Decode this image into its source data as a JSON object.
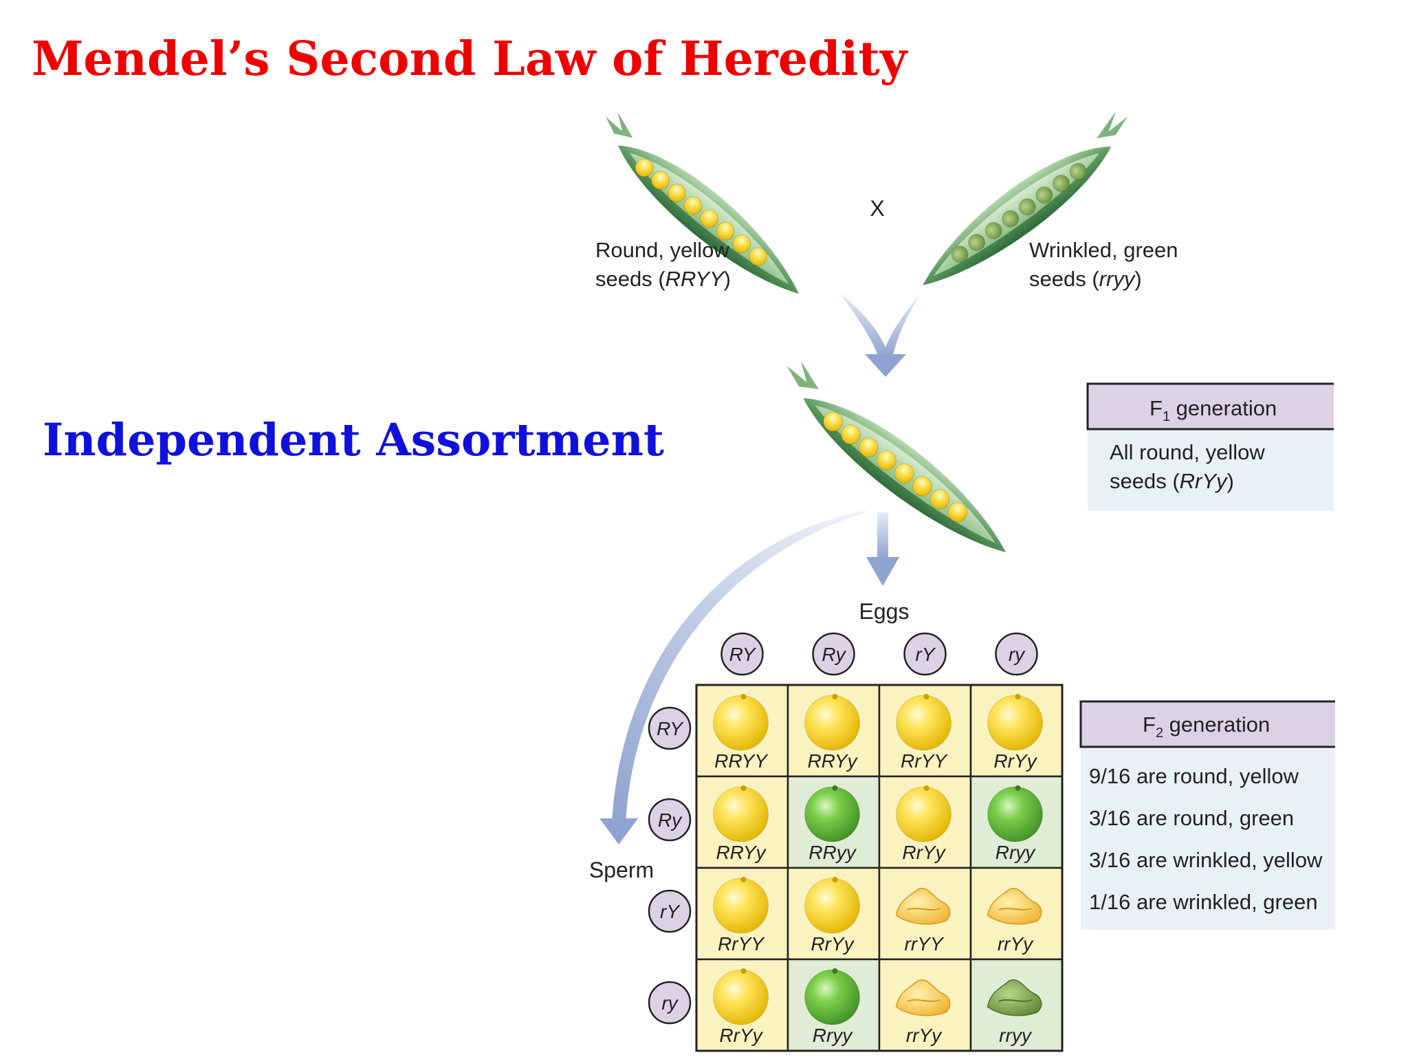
{
  "slide": {
    "title": "Mendel’s Second Law of Heredity",
    "subtitle": "Independent Assortment"
  },
  "parents": {
    "cross_symbol": "X",
    "left": {
      "line1": "Round, yellow",
      "line2_prefix": "seeds (",
      "genotype": "RRYY",
      "line2_suffix": ")"
    },
    "right": {
      "line1": "Wrinkled, green",
      "line2_prefix": "seeds (",
      "genotype": "rryy",
      "line2_suffix": ")"
    }
  },
  "f1_box": {
    "heading_prefix": "F",
    "heading_sub": "1",
    "heading_rest": " generation",
    "line1": "All round, yellow",
    "line2_prefix": "seeds (",
    "genotype": "RrYy",
    "line2_suffix": ")"
  },
  "punnett": {
    "eggs_label": "Eggs",
    "sperm_label": "Sperm",
    "egg_gametes": [
      "RY",
      "Ry",
      "rY",
      "ry"
    ],
    "sperm_gametes": [
      "RY",
      "Ry",
      "rY",
      "ry"
    ],
    "cells": [
      [
        {
          "genotype": "RRYY",
          "phenotype": "round-yellow"
        },
        {
          "genotype": "RRYy",
          "phenotype": "round-yellow"
        },
        {
          "genotype": "RrYY",
          "phenotype": "round-yellow"
        },
        {
          "genotype": "RrYy",
          "phenotype": "round-yellow"
        }
      ],
      [
        {
          "genotype": "RRYy",
          "phenotype": "round-yellow"
        },
        {
          "genotype": "RRyy",
          "phenotype": "round-green"
        },
        {
          "genotype": "RrYy",
          "phenotype": "round-yellow"
        },
        {
          "genotype": "Rryy",
          "phenotype": "round-green"
        }
      ],
      [
        {
          "genotype": "RrYY",
          "phenotype": "round-yellow"
        },
        {
          "genotype": "RrYy",
          "phenotype": "round-yellow"
        },
        {
          "genotype": "rrYY",
          "phenotype": "wrinkled-yellow"
        },
        {
          "genotype": "rrYy",
          "phenotype": "wrinkled-yellow"
        }
      ],
      [
        {
          "genotype": "RrYy",
          "phenotype": "round-yellow"
        },
        {
          "genotype": "Rryy",
          "phenotype": "round-green"
        },
        {
          "genotype": "rrYy",
          "phenotype": "wrinkled-yellow"
        },
        {
          "genotype": "rryy",
          "phenotype": "wrinkled-green"
        }
      ]
    ]
  },
  "f2_box": {
    "heading_prefix": "F",
    "heading_sub": "2",
    "heading_rest": " generation",
    "ratios": [
      "9/16 are round, yellow",
      "3/16 are round, green",
      "3/16 are wrinkled, yellow",
      "1/16 are wrinkled, green"
    ]
  },
  "colors": {
    "title": "#ee0000",
    "subtitle": "#1010dd",
    "cell_yellow": "#faf3c0",
    "cell_green": "#e1ecd6",
    "gamete_fill": "#ddd1e6",
    "box_heading": "#ddd1e6",
    "box_body": "#e9f0f8",
    "arrow": "#8ea3cf"
  }
}
